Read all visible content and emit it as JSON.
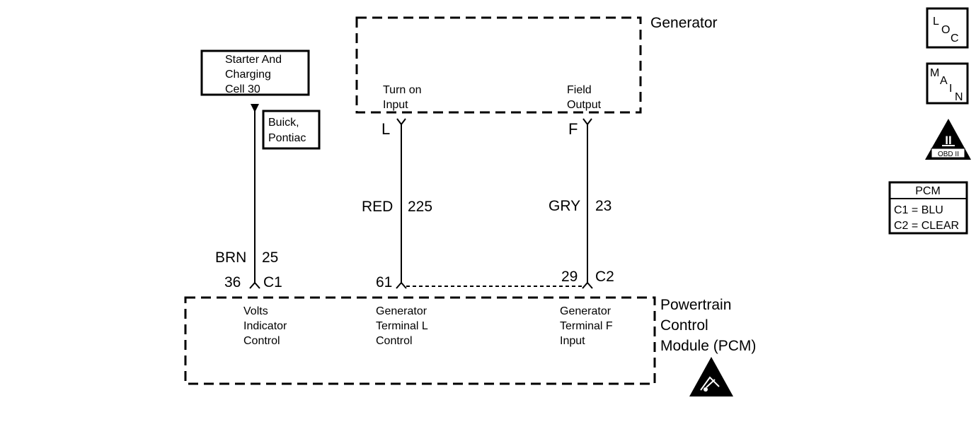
{
  "generator": {
    "title": "Generator",
    "pin_left_label": [
      "Turn on",
      "Input"
    ],
    "pin_right_label": [
      "Field",
      "Output"
    ],
    "terminal_left": "L",
    "terminal_right": "F"
  },
  "starter_box": {
    "lines": [
      "Starter And",
      "Charging",
      "Cell 30"
    ]
  },
  "option_box": {
    "lines": [
      "Buick,",
      "Pontiac"
    ]
  },
  "wires": {
    "brn": {
      "color": "BRN",
      "circuit": "25",
      "pin": "36",
      "connector": "C1"
    },
    "red": {
      "color": "RED",
      "circuit": "225",
      "pin": "61"
    },
    "gry": {
      "color": "GRY",
      "circuit": "23",
      "pin": "29",
      "connector": "C2"
    }
  },
  "pcm": {
    "title": [
      "Powertrain",
      "Control",
      "Module (PCM)"
    ],
    "func_1": [
      "Volts",
      "Indicator",
      "Control"
    ],
    "func_2": [
      "Generator",
      "Terminal L",
      "Control"
    ],
    "func_3": [
      "Generator",
      "Terminal F",
      "Input"
    ]
  },
  "legend": {
    "header": "PCM",
    "row1": "C1 = BLU",
    "row2": "C2 = CLEAR"
  },
  "icons": {
    "loc": {
      "a": "L",
      "b": "O",
      "c": "C"
    },
    "main": {
      "a": "M",
      "b": "A",
      "c": "I",
      "d": "N"
    },
    "obd": {
      "symbol": "II",
      "label": "OBD II"
    }
  }
}
